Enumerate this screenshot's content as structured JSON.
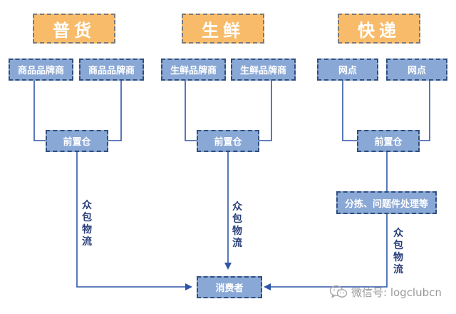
{
  "colors": {
    "category_fill": "#f7bb6a",
    "category_text": "#ffffff",
    "node_fill": "#8aa8d6",
    "node_border": "#2f4f7f",
    "node_text": "#ffffff",
    "line": "#2e56a8",
    "label_text": "#2a3f7a"
  },
  "categories": [
    {
      "name": "general",
      "label": "普货"
    },
    {
      "name": "fresh",
      "label": "生鲜"
    },
    {
      "name": "express",
      "label": "快递"
    }
  ],
  "sources": [
    {
      "label": "商品品牌商"
    },
    {
      "label": "商品品牌商"
    },
    {
      "label": "生鲜品牌商"
    },
    {
      "label": "生鲜品牌商"
    },
    {
      "label": "网点"
    },
    {
      "label": "网点"
    }
  ],
  "warehouses": [
    {
      "label": "前置仓"
    },
    {
      "label": "前置仓"
    },
    {
      "label": "前置仓"
    }
  ],
  "sorting": {
    "label": "分拣、问题件处理等"
  },
  "consumer": {
    "label": "消费者"
  },
  "edge_labels": [
    {
      "label": "众包物流"
    },
    {
      "label": "众包物流"
    },
    {
      "label": "众包物流"
    }
  ],
  "watermark": {
    "text": "微信号: logclubcn",
    "icon": "wechat-icon"
  }
}
